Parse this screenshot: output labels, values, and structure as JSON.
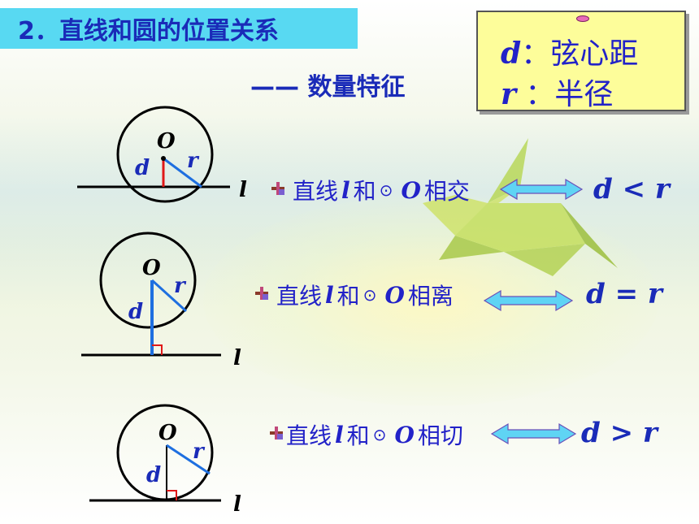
{
  "title": "2．直线和圆的位置关系",
  "subtitle": "—— 数量特征",
  "definitions": [
    {
      "var": "d",
      "sep": "：",
      "meaning": "弦心距"
    },
    {
      "var": "r",
      "sep": " ：",
      "meaning": "半径"
    }
  ],
  "diagram_labels": {
    "center": "O",
    "distance": "d",
    "radius": "r",
    "line": "l"
  },
  "rows": [
    {
      "prefix": "直线",
      "line_var": "l",
      "mid": "和",
      "odot": "⊙",
      "circle_var": "O",
      "relation_text": "相交",
      "condition": "d < r"
    },
    {
      "prefix": "直线",
      "line_var": "l",
      "mid": "和",
      "odot": "⊙",
      "circle_var": "O",
      "relation_text": "相离",
      "condition": "d = r"
    },
    {
      "prefix": "直线",
      "line_var": "l",
      "mid": "和",
      "odot": "⊙",
      "circle_var": "O",
      "relation_text": "相切",
      "condition": "d > r"
    }
  ],
  "colors": {
    "title_bar": "#58d9f2",
    "title_text": "#1a2bb8",
    "body_text": "#2222c8",
    "definition_box": "#fdfd9a",
    "arrow": "#5fd4f4",
    "radius_line": "#1e6fe0",
    "distance_line": "#e01818"
  }
}
